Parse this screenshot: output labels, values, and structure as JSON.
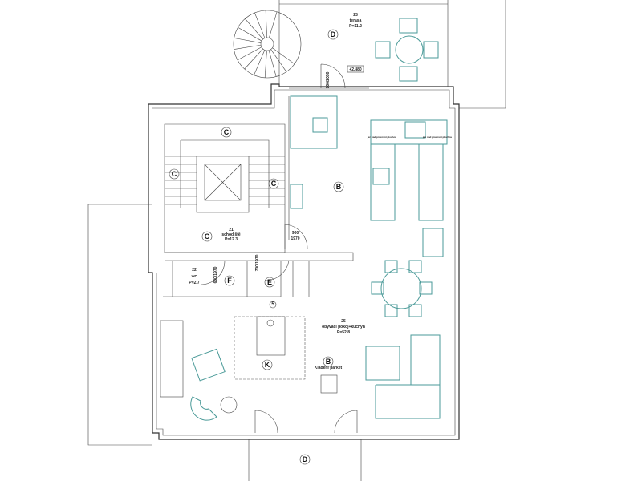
{
  "plan": {
    "markers": {
      "terrace_top": "D",
      "living": "B",
      "stairs_top": "C",
      "stairs_left": "C",
      "stairs_right": "C",
      "hall": "C",
      "wc": "F",
      "storage": "E",
      "carpet": "K",
      "balcony_bottom": "D",
      "floor_b": "B",
      "note5": "5"
    },
    "rooms": {
      "terrace": {
        "number": "28",
        "name": "terasa",
        "area": "P=11.2"
      },
      "hall": {
        "number": "21",
        "name": "schodiště",
        "area": "P=12.3"
      },
      "wc": {
        "number": "22",
        "name": "wc",
        "area": "P=2.7"
      },
      "living": {
        "number": "25",
        "name": "obývací pokoj+kuchyň",
        "area": "P=52.8"
      }
    },
    "level": "+2,880",
    "door_main": {
      "w": "900",
      "h": "1970"
    },
    "door_terrace": "900/2050",
    "door_wc": "600/1970",
    "door_storage": "700/1970",
    "kitchen_note": "jen nad pracovní plochou",
    "floor_note": "Kladení parket",
    "colors": {
      "walls": "#333333",
      "furniture": "#4a9a98"
    }
  }
}
